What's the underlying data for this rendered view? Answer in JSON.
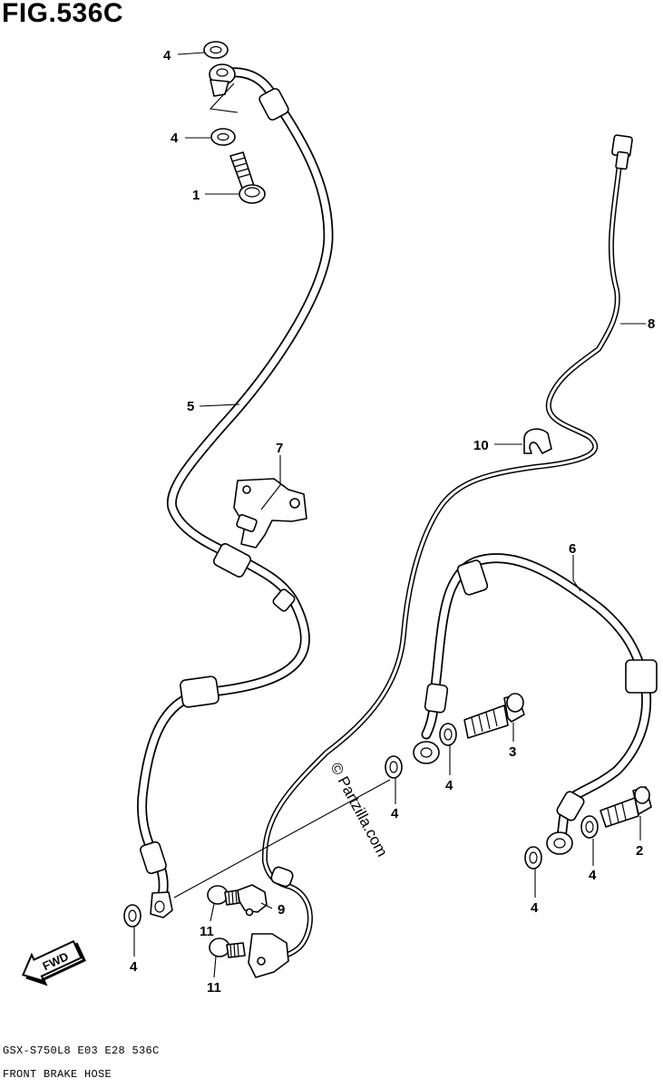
{
  "figure": {
    "title": "FIG.536C",
    "model_code": "GSX-S750L8 E03 E28 536C",
    "diagram_name": "FRONT BRAKE HOSE",
    "watermark": "© Partzilla.com",
    "fwd_label": "FWD"
  },
  "callouts": {
    "c1": "1",
    "c2": "2",
    "c3": "3",
    "c4a": "4",
    "c4b": "4",
    "c4c": "4",
    "c4d": "4",
    "c4e": "4",
    "c4f": "4",
    "c4g": "4",
    "c5": "5",
    "c6": "6",
    "c7": "7",
    "c8": "8",
    "c9": "9",
    "c10": "10",
    "c11a": "11",
    "c11b": "11"
  }
}
